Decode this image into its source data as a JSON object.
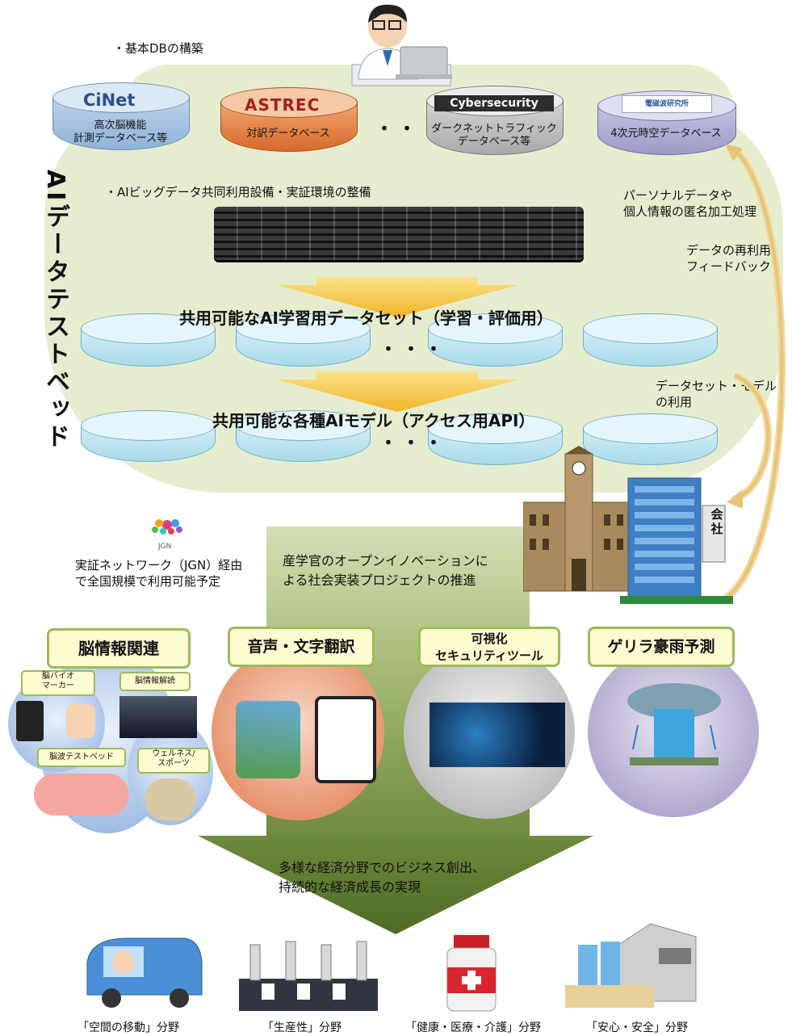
{
  "side_title": "AIデータテストベッド",
  "sections": {
    "basic_db": "・基本DBの構築",
    "bigdata": "・AIビッグデータ共同利用設備・実証環境の整備"
  },
  "databases": [
    {
      "logo": "CiNet",
      "label": "高次脳機能\n計測データベース等"
    },
    {
      "logo": "ASTREC",
      "label": "対訳データベース"
    },
    {
      "logo": "Cybersecurity",
      "label": "ダークネットトラフィック\nデータベース等"
    },
    {
      "logo": "電磁波研究所",
      "label": "4次元時空データベース"
    }
  ],
  "ellipsis": "・・・",
  "datasets_heading": "共用可能なAI学習用データセット（学習・評価用）",
  "models_heading": "共用可能な各種AIモデル（アクセス用API）",
  "notes": {
    "personal": "パーソナルデータや\n個人情報の匿名加工処理",
    "reuse": "データの再利用、\nフィードバック",
    "dataset_use": "データセット・モデル\nの利用",
    "jgn_logo": "JGN",
    "jgn": "実証ネットワーク（JGN）経由\nで全国規模で利用可能予定",
    "company_sign": "会社",
    "open_innovation": "産学官のオープンイノベーションに\nよる社会実装プロジェクトの推進",
    "outcome": "多様な経済分野でのビジネス創出、\n持続的な経済成長の実現"
  },
  "projects": [
    {
      "title": "脳情報関連",
      "subtags": [
        "脳バイオ\nマーカー",
        "脳情報解読",
        "脳波テストベッド",
        "ウェルネス/\nスポーツ"
      ]
    },
    {
      "title": "音声・文字翻訳"
    },
    {
      "title": "可視化\nセキュリティツール"
    },
    {
      "title": "ゲリラ豪雨予測"
    }
  ],
  "fields": [
    "「空間の移動」分野",
    "「生産性」分野",
    "「健康・医療・介護」分野",
    "「安心・安全」分野"
  ],
  "colors": {
    "cloud": "#e6edcf",
    "trunk": "#8ea95b",
    "tag_border": "#9bbb59",
    "tag_fill": "#fffbd0",
    "arrow": "#f5c23a"
  }
}
